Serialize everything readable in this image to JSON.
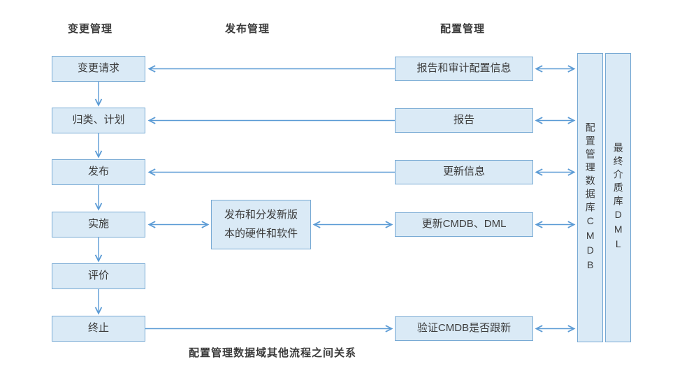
{
  "headers": {
    "change": "变更管理",
    "release": "发布管理",
    "config": "配置管理"
  },
  "change_column": {
    "steps": [
      "变更请求",
      "归类、计划",
      "发布",
      "实施",
      "评价",
      "终止"
    ]
  },
  "release_column": {
    "box": "发布和分发新版本的硬件和软件"
  },
  "config_column": {
    "boxes": [
      "报告和审计配置信息",
      "报告",
      "更新信息",
      "更新CMDB、DML",
      "验证CMDB是否跟新"
    ]
  },
  "stores": {
    "cmdb": "配置管理数据库CMDB",
    "dml": "最终介质库DML"
  },
  "caption": "配置管理数据域其他流程之间关系",
  "colors": {
    "box_fill": "#daeaf6",
    "box_border": "#78aad4",
    "arrow": "#5b9bd5",
    "text": "#3b3b3b"
  }
}
